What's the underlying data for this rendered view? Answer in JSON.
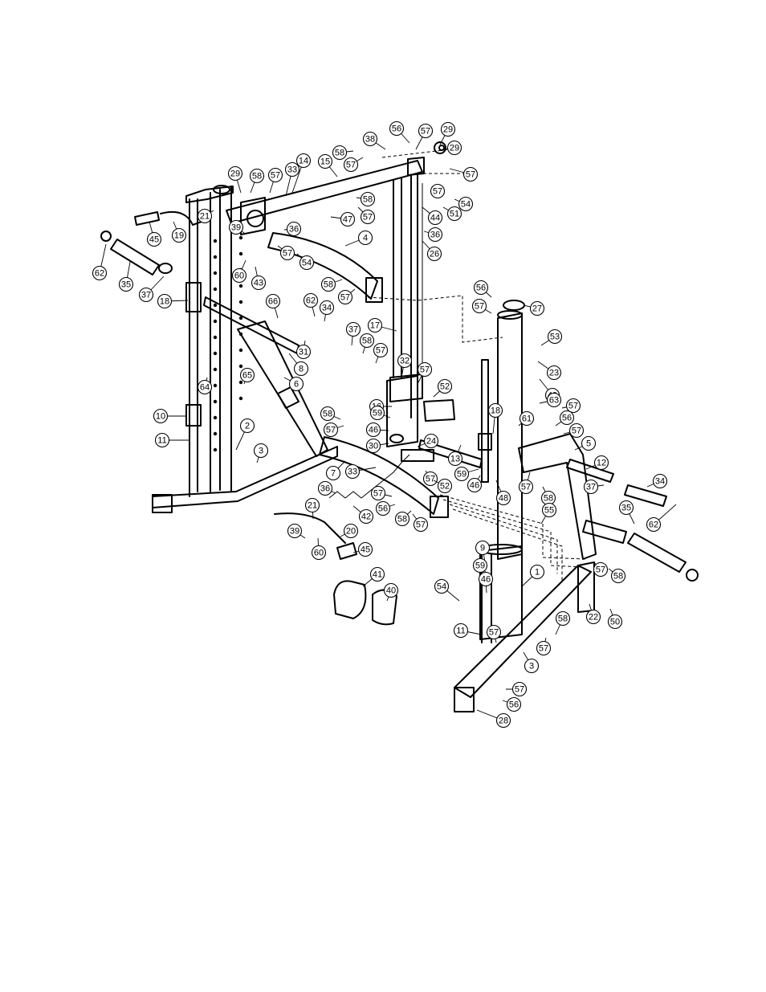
{
  "diagram": {
    "callouts": [
      {
        "id": "c-56a",
        "label": "56"
      },
      {
        "id": "c-57a",
        "label": "57"
      },
      {
        "id": "c-29a",
        "label": "29"
      },
      {
        "id": "c-38a",
        "label": "38"
      },
      {
        "id": "c-58a",
        "label": "58"
      },
      {
        "id": "c-57b",
        "label": "57"
      },
      {
        "id": "c-29b",
        "label": "29"
      },
      {
        "id": "c-15",
        "label": "15"
      },
      {
        "id": "c-57c",
        "label": "57"
      },
      {
        "id": "c-29c",
        "label": "29"
      },
      {
        "id": "c-58b",
        "label": "58"
      },
      {
        "id": "c-57d",
        "label": "57"
      },
      {
        "id": "c-14",
        "label": "14"
      },
      {
        "id": "c-33a",
        "label": "33"
      },
      {
        "id": "c-58c",
        "label": "58"
      },
      {
        "id": "c-57e",
        "label": "57"
      },
      {
        "id": "c-57f",
        "label": "57"
      },
      {
        "id": "c-54a",
        "label": "54"
      },
      {
        "id": "c-51",
        "label": "51"
      },
      {
        "id": "c-44",
        "label": "44"
      },
      {
        "id": "c-36a",
        "label": "36"
      },
      {
        "id": "c-21a",
        "label": "21"
      },
      {
        "id": "c-39a",
        "label": "39"
      },
      {
        "id": "c-47",
        "label": "47"
      },
      {
        "id": "c-19",
        "label": "19"
      },
      {
        "id": "c-45a",
        "label": "45"
      },
      {
        "id": "c-36b",
        "label": "36"
      },
      {
        "id": "c-4",
        "label": "4"
      },
      {
        "id": "c-26",
        "label": "26"
      },
      {
        "id": "c-57g",
        "label": "57"
      },
      {
        "id": "c-54b",
        "label": "54"
      },
      {
        "id": "c-62a",
        "label": "62"
      },
      {
        "id": "c-35a",
        "label": "35"
      },
      {
        "id": "c-60a",
        "label": "60"
      },
      {
        "id": "c-43",
        "label": "43"
      },
      {
        "id": "c-58d",
        "label": "58"
      },
      {
        "id": "c-37a",
        "label": "37"
      },
      {
        "id": "c-57h",
        "label": "57"
      },
      {
        "id": "c-18a",
        "label": "18"
      },
      {
        "id": "c-66",
        "label": "66"
      },
      {
        "id": "c-62b",
        "label": "62"
      },
      {
        "id": "c-34a",
        "label": "34"
      },
      {
        "id": "c-56b",
        "label": "56"
      },
      {
        "id": "c-57i",
        "label": "57"
      },
      {
        "id": "c-27",
        "label": "27"
      },
      {
        "id": "c-17",
        "label": "17"
      },
      {
        "id": "c-37b",
        "label": "37"
      },
      {
        "id": "c-58e",
        "label": "58"
      },
      {
        "id": "c-57j",
        "label": "57"
      },
      {
        "id": "c-53",
        "label": "53"
      },
      {
        "id": "c-31",
        "label": "31"
      },
      {
        "id": "c-32",
        "label": "32"
      },
      {
        "id": "c-23",
        "label": "23"
      },
      {
        "id": "c-8",
        "label": "8"
      },
      {
        "id": "c-57k",
        "label": "57"
      },
      {
        "id": "c-49",
        "label": "49"
      },
      {
        "id": "c-65",
        "label": "65"
      },
      {
        "id": "c-64",
        "label": "64"
      },
      {
        "id": "c-52a",
        "label": "52"
      },
      {
        "id": "c-6",
        "label": "6"
      },
      {
        "id": "c-63",
        "label": "63"
      },
      {
        "id": "c-16",
        "label": "16"
      },
      {
        "id": "c-57l",
        "label": "57"
      },
      {
        "id": "c-58f",
        "label": "58"
      },
      {
        "id": "c-59a",
        "label": "59"
      },
      {
        "id": "c-18b",
        "label": "18"
      },
      {
        "id": "c-61",
        "label": "61"
      },
      {
        "id": "c-56c",
        "label": "56"
      },
      {
        "id": "c-10",
        "label": "10"
      },
      {
        "id": "c-57m",
        "label": "57"
      },
      {
        "id": "c-46a",
        "label": "46"
      },
      {
        "id": "c-57n",
        "label": "57"
      },
      {
        "id": "c-2",
        "label": "2"
      },
      {
        "id": "c-24",
        "label": "24"
      },
      {
        "id": "c-11a",
        "label": "11"
      },
      {
        "id": "c-30",
        "label": "30"
      },
      {
        "id": "c-5",
        "label": "5"
      },
      {
        "id": "c-3a",
        "label": "3"
      },
      {
        "id": "c-13",
        "label": "13"
      },
      {
        "id": "c-7",
        "label": "7"
      },
      {
        "id": "c-33b",
        "label": "33"
      },
      {
        "id": "c-59b",
        "label": "59"
      },
      {
        "id": "c-12",
        "label": "12"
      },
      {
        "id": "c-57o",
        "label": "57"
      },
      {
        "id": "c-52b",
        "label": "52"
      },
      {
        "id": "c-46b",
        "label": "46"
      },
      {
        "id": "c-36c",
        "label": "36"
      },
      {
        "id": "c-57p",
        "label": "57"
      },
      {
        "id": "c-34b",
        "label": "34"
      },
      {
        "id": "c-37c",
        "label": "37"
      },
      {
        "id": "c-48",
        "label": "48"
      },
      {
        "id": "c-58g",
        "label": "58"
      },
      {
        "id": "c-56d",
        "label": "56"
      },
      {
        "id": "c-57q",
        "label": "57"
      },
      {
        "id": "c-42",
        "label": "42"
      },
      {
        "id": "c-58h",
        "label": "58"
      },
      {
        "id": "c-21b",
        "label": "21"
      },
      {
        "id": "c-57r",
        "label": "57"
      },
      {
        "id": "c-55",
        "label": "55"
      },
      {
        "id": "c-35b",
        "label": "35"
      },
      {
        "id": "c-62c",
        "label": "62"
      },
      {
        "id": "c-39b",
        "label": "39"
      },
      {
        "id": "c-20",
        "label": "20"
      },
      {
        "id": "c-60b",
        "label": "60"
      },
      {
        "id": "c-45b",
        "label": "45"
      },
      {
        "id": "c-9",
        "label": "9"
      },
      {
        "id": "c-57s",
        "label": "57"
      },
      {
        "id": "c-58i",
        "label": "58"
      },
      {
        "id": "c-59c",
        "label": "59"
      },
      {
        "id": "c-1",
        "label": "1"
      },
      {
        "id": "c-41",
        "label": "41"
      },
      {
        "id": "c-46c",
        "label": "46"
      },
      {
        "id": "c-40",
        "label": "40"
      },
      {
        "id": "c-54c",
        "label": "54"
      },
      {
        "id": "c-22",
        "label": "22"
      },
      {
        "id": "c-50",
        "label": "50"
      },
      {
        "id": "c-58j",
        "label": "58"
      },
      {
        "id": "c-11b",
        "label": "11"
      },
      {
        "id": "c-57t",
        "label": "57"
      },
      {
        "id": "c-57u",
        "label": "57"
      },
      {
        "id": "c-3b",
        "label": "3"
      },
      {
        "id": "c-57v",
        "label": "57"
      },
      {
        "id": "c-56e",
        "label": "56"
      },
      {
        "id": "c-28",
        "label": "28"
      }
    ]
  }
}
